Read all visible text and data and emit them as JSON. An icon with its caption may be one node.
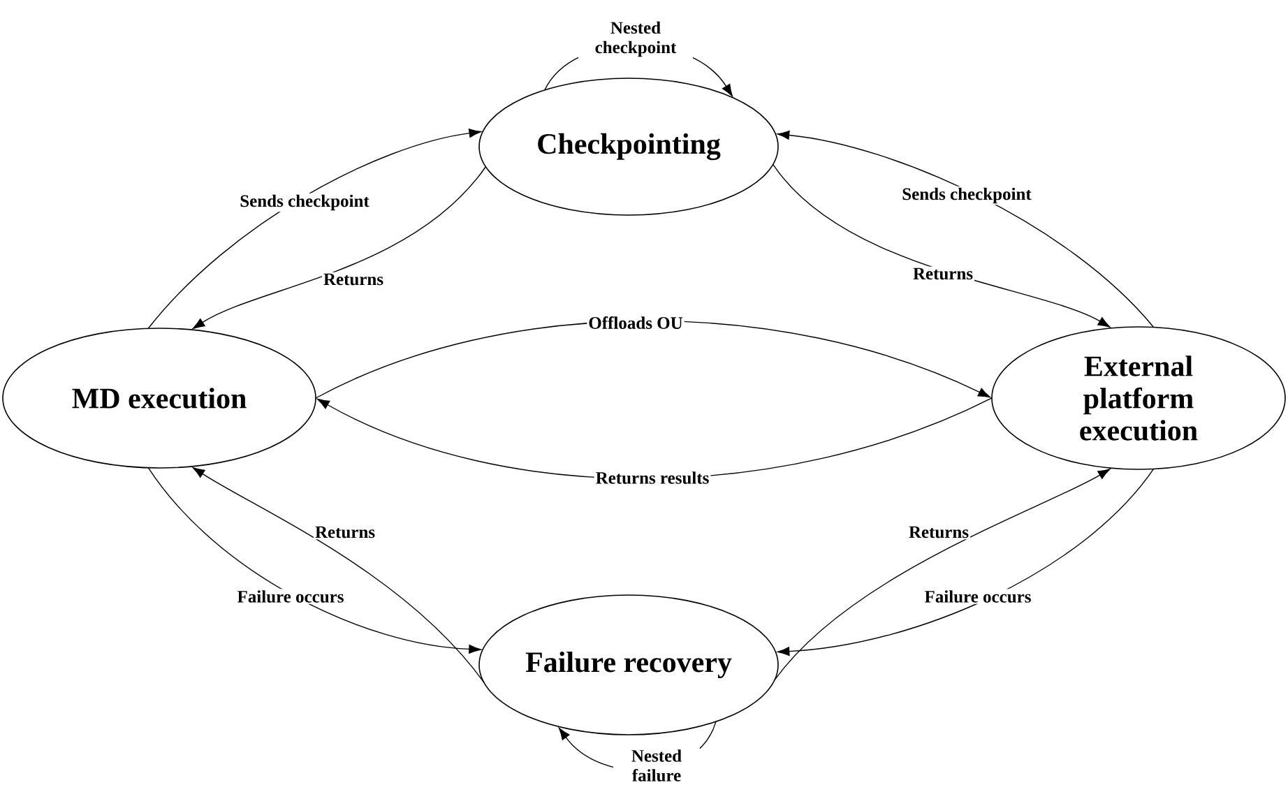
{
  "diagram": {
    "nodes": [
      {
        "text": [
          "Checkpointing"
        ]
      },
      {
        "text": [
          "MD execution"
        ]
      },
      {
        "text": [
          "External platform execution"
        ]
      },
      {
        "text": [
          "Failure recovery"
        ]
      }
    ],
    "edges": [
      {
        "from": 0,
        "to": 0,
        "arrow": "to",
        "label": "Nested checkpoint"
      },
      {
        "from": 1,
        "to": 0,
        "arrow": "to",
        "label": "Sends checkpoint"
      },
      {
        "from": 0,
        "to": 1,
        "arrow": "to",
        "label": "Returns"
      },
      {
        "from": 2,
        "to": 0,
        "arrow": "to",
        "label": "Sends checkpoint"
      },
      {
        "from": 0,
        "to": 2,
        "arrow": "to",
        "label": "Returns"
      },
      {
        "from": 1,
        "to": 2,
        "arrow": "to",
        "label": "Offloads OU"
      },
      {
        "from": 2,
        "to": 1,
        "arrow": "to",
        "label": "Returns results"
      },
      {
        "from": 3,
        "to": 1,
        "arrow": "to",
        "label": "Returns"
      },
      {
        "from": 1,
        "to": 3,
        "arrow": "to",
        "label": "Failure occurs"
      },
      {
        "from": 3,
        "to": 2,
        "arrow": "to",
        "label": "Returns"
      },
      {
        "from": 2,
        "to": 3,
        "arrow": "to",
        "label": "Failure occurs"
      },
      {
        "from": 3,
        "to": 3,
        "arrow": "to",
        "label": "Nested failure"
      }
    ]
  }
}
